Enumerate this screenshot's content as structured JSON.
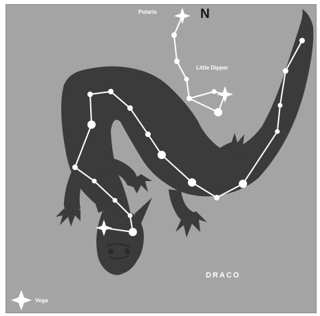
{
  "diagram": {
    "colors": {
      "background": "#a4a4a4",
      "dragon": "#3b3b3b",
      "dragon_detail": "#2a2a2a",
      "line": "#ffffff",
      "star": "#ffffff",
      "north_label": "#141414"
    },
    "labels": {
      "polaris": "Polaris",
      "north": "N",
      "little_dipper": "Little Dipper",
      "constellation": "DRACO",
      "vega": "Vega"
    },
    "icons": {
      "bright_star": "four-point-star-icon",
      "star": "dot-star-icon"
    }
  }
}
